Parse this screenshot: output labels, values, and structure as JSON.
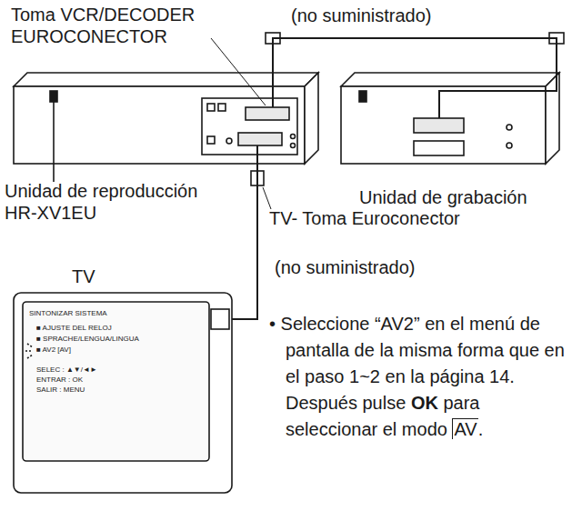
{
  "diagram": {
    "nodes": [
      {
        "text": [
          "Unidad de reproducción HR-XV1EU"
        ]
      },
      {
        "text": [
          "Unidad de grabación"
        ]
      },
      {
        "text": [
          "TV"
        ]
      }
    ],
    "edges": [
      {
        "from": 0,
        "to": 1,
        "arrow": "none",
        "label": "(no suministrado)"
      },
      {
        "from": 0,
        "to": 2,
        "arrow": "none",
        "label": "(no suministrado)"
      }
    ],
    "labels": [
      "Toma VCR/DECODER EUROCONECTOR",
      "TV- Toma Euroconector",
      "SINTONIZAR SISTEMA",
      "■ AJUSTE DEL RELOJ",
      "■ SPRACHE/LENGUA/LINGUA",
      "■ AV2 [AV]",
      "SELEC : ▲▼/◄►",
      "ENTRAR : OK",
      "SALIR : MENU",
      "• Seleccione “AV2” en el menú de pantalla de la misma forma que en el paso 1~2 en la página 14. Después pulse",
      "OK",
      "para seleccionar el modo",
      "AV",
      "."
    ]
  }
}
